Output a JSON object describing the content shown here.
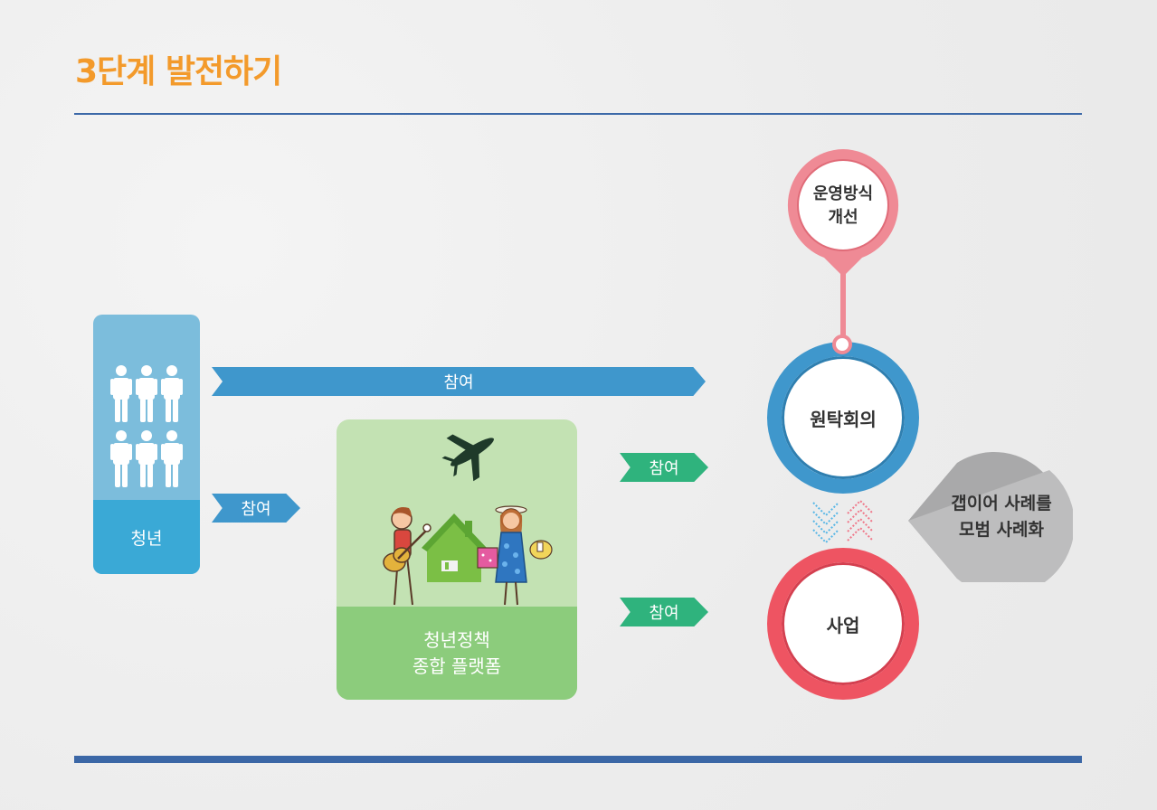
{
  "title": "3단계 발전하기",
  "youth": {
    "label": "청년"
  },
  "arrows": {
    "top": "참여",
    "youth_to_platform": "참여",
    "platform_to_committee": "참여",
    "platform_to_business": "참여"
  },
  "platform": {
    "line1": "청년정책",
    "line2": "종합 플랫폼"
  },
  "pin": {
    "line1": "운영방식",
    "line2": "개선"
  },
  "committee": {
    "label": "원탁회의"
  },
  "business": {
    "label": "사업"
  },
  "gap": {
    "line1": "갭이어 사례를",
    "line2": "모범 사례화"
  },
  "colors": {
    "title": "#f39a2b",
    "blue": "#3f97cc",
    "green": "#2fb37d",
    "red": "#ee5462",
    "pink": "#ef8a95",
    "gray": "#a9a9aa"
  }
}
